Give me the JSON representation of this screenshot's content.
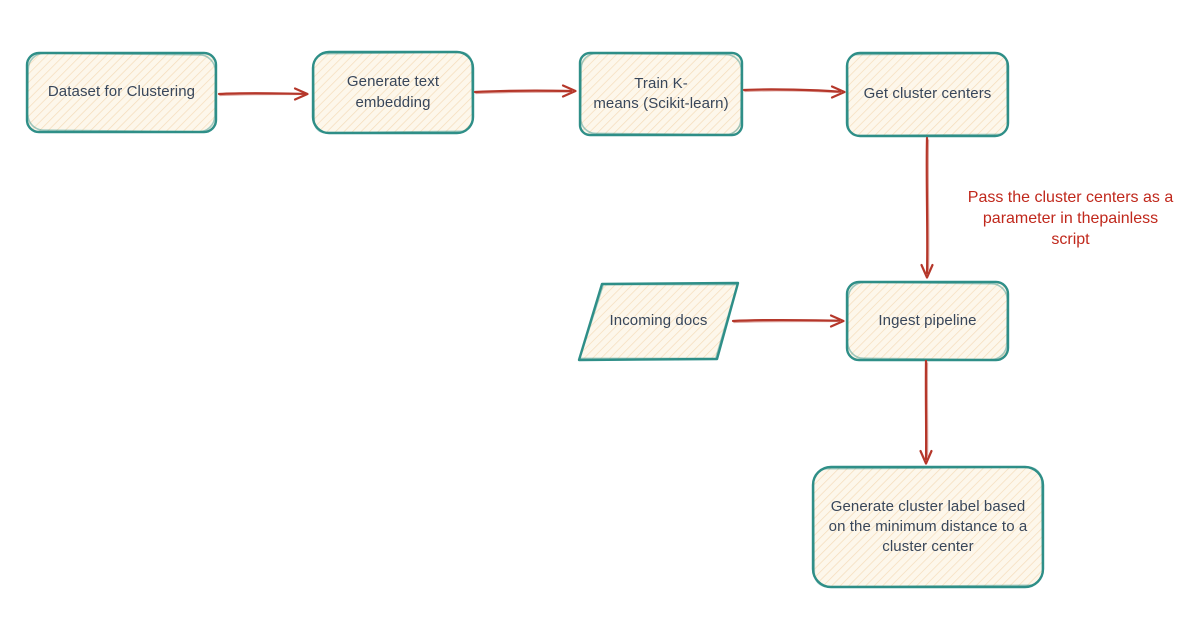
{
  "colors": {
    "canvas_background": "#ffffff",
    "node_border": "#2f8f88",
    "node_fill": "#fdf7eb",
    "node_hatch": "#f5dcba",
    "node_text": "#38465a",
    "arrow": "#b5372a",
    "annotation_text": "#c0281c"
  },
  "diagram": {
    "nodes": [
      {
        "id": "dataset",
        "shape": "rectangle",
        "label": "Dataset for Clustering"
      },
      {
        "id": "generate-embedding",
        "shape": "rectangle",
        "label": "Generate text\nembedding"
      },
      {
        "id": "train-kmeans",
        "shape": "rectangle",
        "label": "Train K-\nmeans (Scikit-learn)"
      },
      {
        "id": "get-cluster-centers",
        "shape": "rectangle",
        "label": "Get cluster centers"
      },
      {
        "id": "incoming-docs",
        "shape": "parallelogram",
        "label": "Incoming docs"
      },
      {
        "id": "ingest-pipeline",
        "shape": "rectangle",
        "label": "Ingest pipeline"
      },
      {
        "id": "generate-cluster-label",
        "shape": "rectangle",
        "label": "Generate cluster label based\non the minimum distance to a\ncluster center"
      }
    ],
    "edges": [
      {
        "from": "dataset",
        "to": "generate-embedding"
      },
      {
        "from": "generate-embedding",
        "to": "train-kmeans"
      },
      {
        "from": "train-kmeans",
        "to": "get-cluster-centers"
      },
      {
        "from": "get-cluster-centers",
        "to": "ingest-pipeline",
        "label": "Pass the cluster centers as a\nparameter in thepainless\nscript"
      },
      {
        "from": "incoming-docs",
        "to": "ingest-pipeline"
      },
      {
        "from": "ingest-pipeline",
        "to": "generate-cluster-label"
      }
    ]
  }
}
